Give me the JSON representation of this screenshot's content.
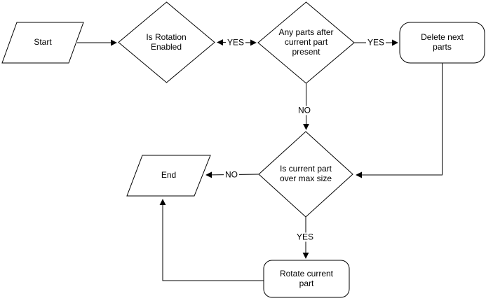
{
  "diagram": {
    "background_color": "#ffffff",
    "stroke_color": "#000000",
    "text_color": "#000000",
    "nodes": {
      "start": {
        "shape": "parallelogram",
        "label": "Start"
      },
      "is_rotation_enabled": {
        "shape": "decision",
        "label": "Is Rotation\nEnabled"
      },
      "any_parts_present": {
        "shape": "decision",
        "label": "Any parts after\ncurrent part\npresent"
      },
      "delete_next_parts": {
        "shape": "rounded-process",
        "label": "Delete next\nparts"
      },
      "is_over_max_size": {
        "shape": "decision",
        "label": "Is current part\nover max size"
      },
      "end": {
        "shape": "parallelogram",
        "label": "End"
      },
      "rotate_current_part": {
        "shape": "rounded-process",
        "label": "Rotate current\npart"
      }
    },
    "edge_labels": {
      "yes_rotation": "YES",
      "yes_to_delete": "YES",
      "no_parts_after": "NO",
      "no_over_max": "NO",
      "yes_over_max": "YES"
    }
  }
}
